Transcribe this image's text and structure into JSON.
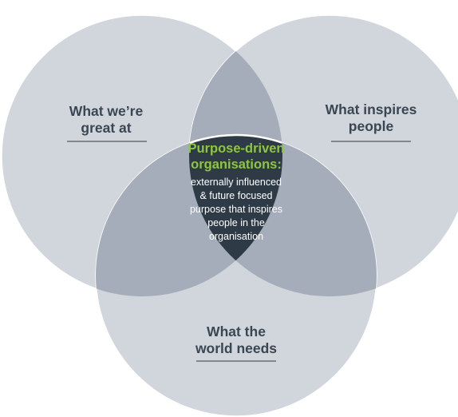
{
  "diagram": {
    "sets": {
      "left": {
        "line1": "What we’re",
        "line2": "great at"
      },
      "right": {
        "line1": "What inspires",
        "line2": "people"
      },
      "bottom": {
        "line1": "What the",
        "line2": "world needs"
      }
    },
    "center": {
      "title_line1": "Purpose-driven",
      "title_line2": "organisations:",
      "body": [
        "externally influenced",
        "& future focused",
        "purpose that inspires",
        "people in the",
        "organisation"
      ]
    },
    "colors": {
      "circle": "#d1d6dc",
      "pair_overlap": "#a4adb9",
      "center_overlap": "#2e3b46",
      "center_title": "#8dc63f",
      "label_text": "#3a4652"
    }
  }
}
